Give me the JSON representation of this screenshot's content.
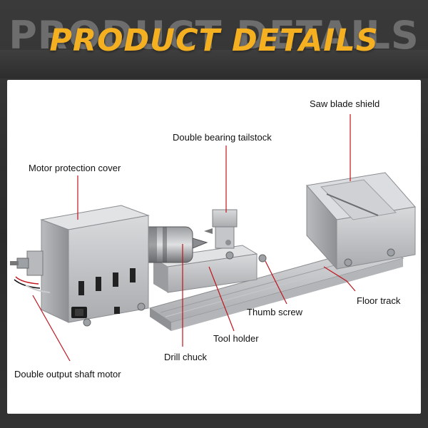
{
  "header": {
    "watermark": "PRODUCT DETAILS",
    "title": "PRODUCT DETAILS"
  },
  "colors": {
    "accent": "#f5b021",
    "leader_line": "#c0141c"
  },
  "labels": {
    "saw_blade_shield": "Saw blade shield",
    "double_bearing_tailstock": "Double bearing tailstock",
    "motor_protection_cover": "Motor protection cover",
    "thumb_screw": "Thumb screw",
    "floor_track": "Floor track",
    "tool_holder": "Tool holder",
    "drill_chuck": "Drill chuck",
    "double_output_shaft_motor": "Double output shaft motor"
  }
}
